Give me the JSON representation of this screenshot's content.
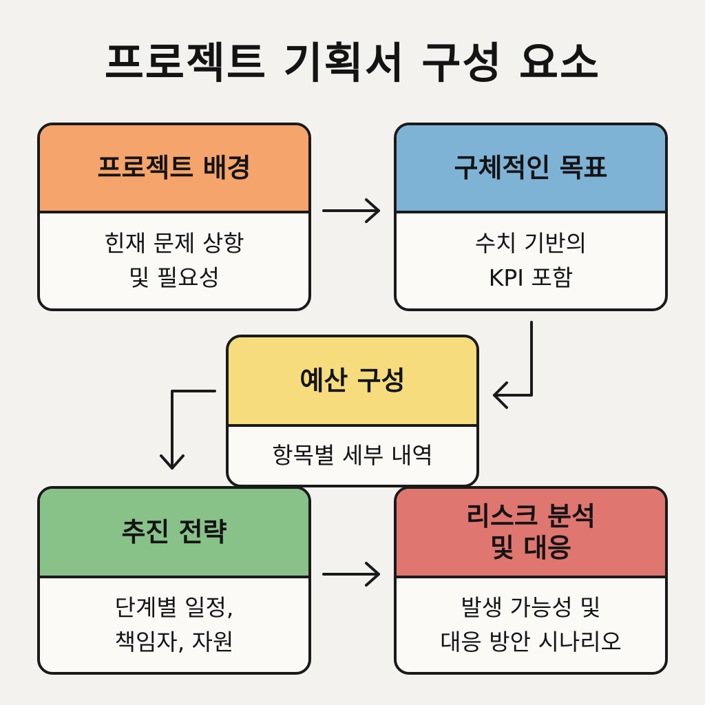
{
  "title": "프로젝트 기획서 구성 요소",
  "cards": {
    "background": {
      "heading": "프로젝트 배경",
      "body": "힌재 문제 상항\n및 필요성",
      "color": "#f5a46c"
    },
    "goal": {
      "heading": "구체적인 목표",
      "body": "수치 기반의\nKPI 포함",
      "color": "#7eb3d6"
    },
    "budget": {
      "heading": "예산 구성",
      "body": "항목별 세부 내역",
      "color": "#f6dc7c"
    },
    "strategy": {
      "heading": "추진 전략",
      "body": "단계별 일정,\n책임자, 자원",
      "color": "#88c289"
    },
    "risk": {
      "heading": "리스크 분석\n및 대응",
      "body": "발생 가능성 및\n대응 방안 시나리오",
      "color": "#e07670"
    }
  },
  "connectors": [
    {
      "from": "background",
      "to": "goal",
      "icon": "arrow-right-icon"
    },
    {
      "from": "goal",
      "to": "budget",
      "icon": "arrow-elbow-down-left-icon"
    },
    {
      "from": "budget",
      "to": "strategy",
      "icon": "arrow-elbow-down-icon"
    },
    {
      "from": "strategy",
      "to": "risk",
      "icon": "arrow-right-icon"
    }
  ]
}
